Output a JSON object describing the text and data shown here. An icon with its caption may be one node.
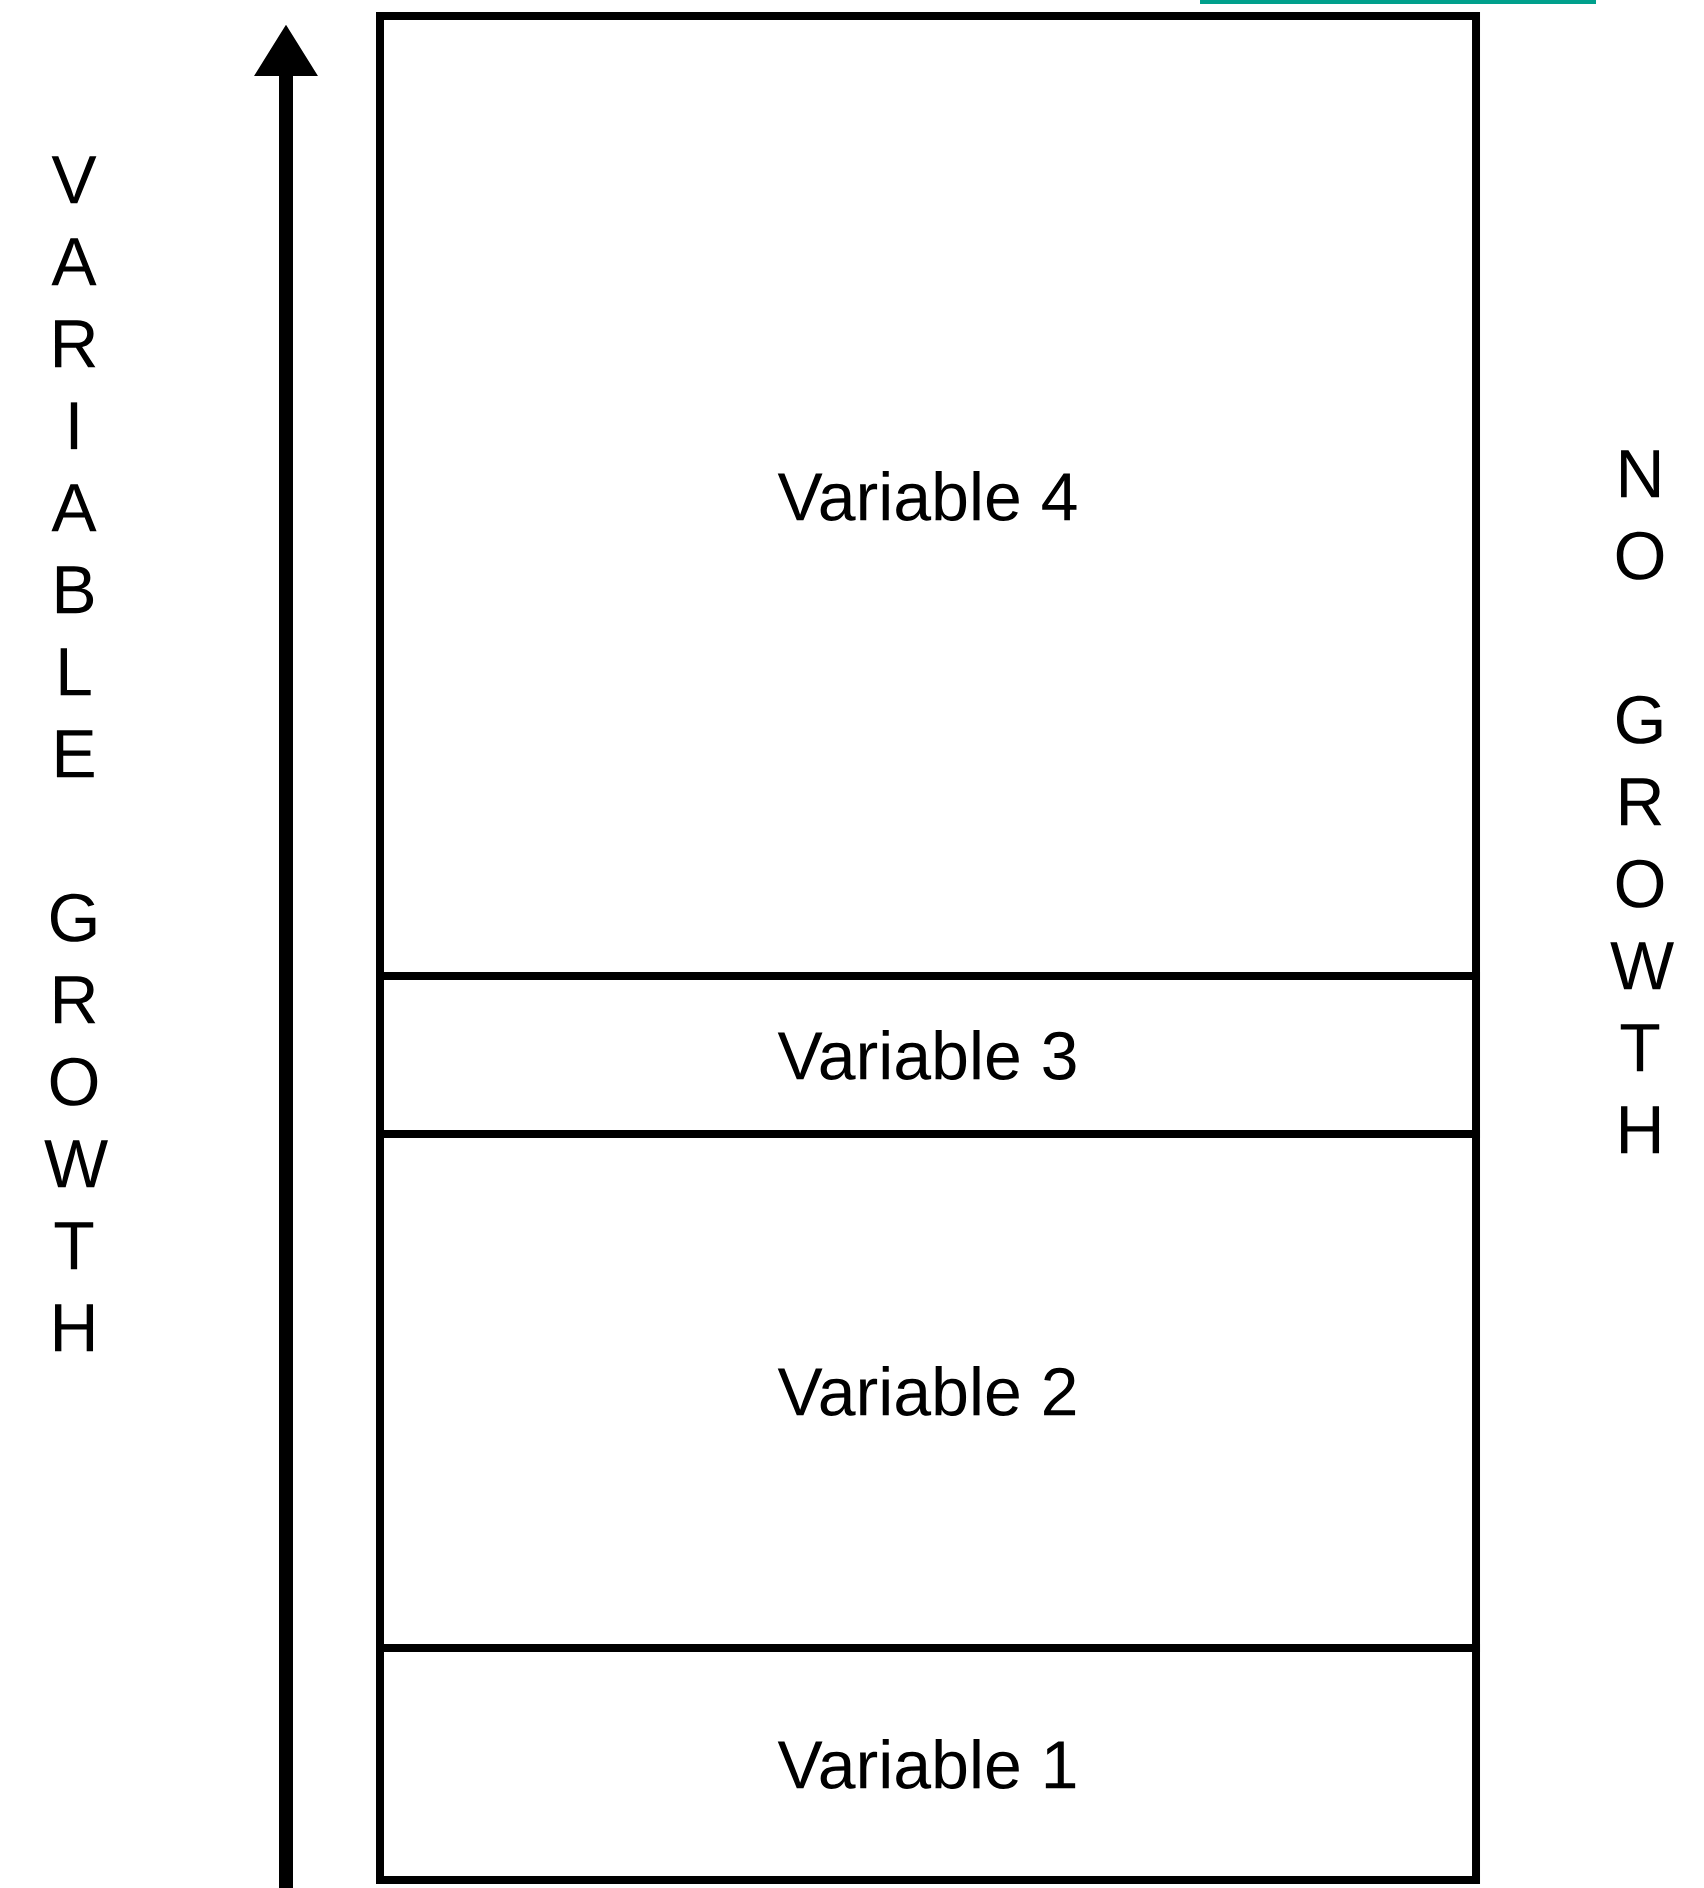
{
  "diagram": {
    "nodes": [
      {
        "text": [
          "Variable 4"
        ]
      },
      {
        "text": [
          "Variable 3"
        ]
      },
      {
        "text": [
          "Variable 2"
        ]
      },
      {
        "text": [
          "Variable 1"
        ]
      }
    ],
    "edges": [],
    "labels": [
      "VARIABLE GROWTH",
      "NO GROWTH"
    ]
  }
}
